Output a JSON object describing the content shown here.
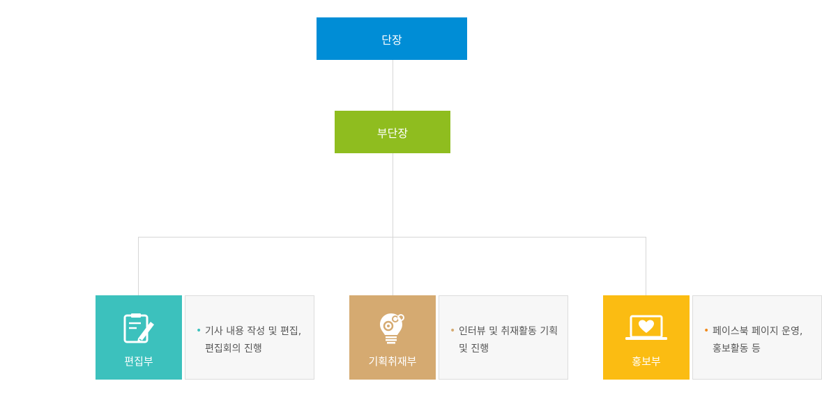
{
  "org": {
    "head": "단장",
    "vice": "부단장",
    "departments": [
      {
        "name": "편집부",
        "icon": "edit-document-icon",
        "description": "기사 내용 작성 및 편집, 편집회의 진행",
        "color": "#3cc1bd"
      },
      {
        "name": "기획취재부",
        "icon": "lightbulb-gear-icon",
        "description": "인터뷰 및 취재활동 기획 및 진행",
        "color": "#d5aa71"
      },
      {
        "name": "홍보부",
        "icon": "laptop-heart-icon",
        "description": "페이스북 페이지 운영, 홍보활동 등",
        "color": "#fbbc12"
      }
    ]
  },
  "colors": {
    "head": "#008dd6",
    "vice": "#8fbd1f",
    "connector": "#d6d6d6"
  }
}
